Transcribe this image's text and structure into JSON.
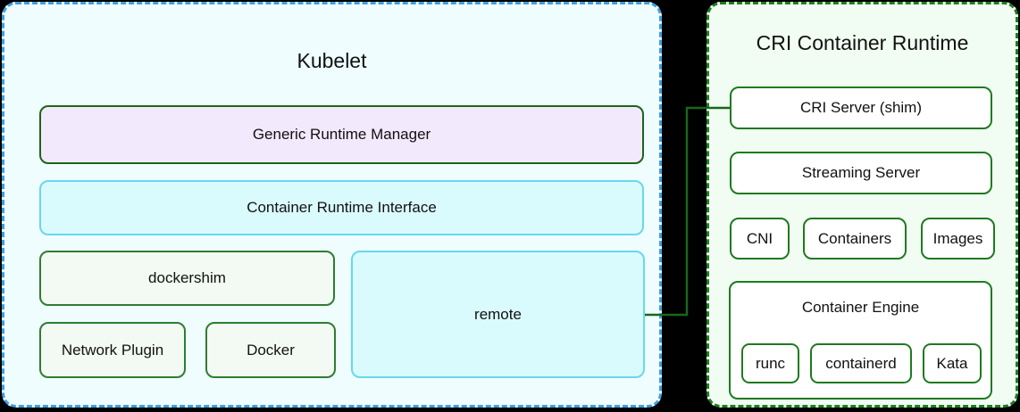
{
  "kubelet": {
    "title": "Kubelet",
    "boxes": {
      "generic_runtime_manager": "Generic Runtime Manager",
      "container_runtime_interface": "Container Runtime Interface",
      "dockershim": "dockershim",
      "remote": "remote",
      "network_plugin": "Network Plugin",
      "docker": "Docker"
    }
  },
  "cri_runtime": {
    "title": "CRI Container Runtime",
    "boxes": {
      "cri_server": "CRI Server (shim)",
      "streaming_server": "Streaming Server",
      "cni": "CNI",
      "containers": "Containers",
      "images": "Images",
      "container_engine": "Container Engine",
      "runc": "runc",
      "containerd": "containerd",
      "kata": "Kata"
    }
  },
  "connector": {
    "from": "remote",
    "to": "CRI Server (shim)"
  },
  "colors": {
    "kubelet_panel_bg": "#f0fdff",
    "kubelet_panel_border": "#3d9fe0",
    "cri_panel_bg": "#f1fdf2",
    "cri_panel_border": "#1e7d1e",
    "cri_node_border": "#1f7a1f",
    "green_border": "#2e7d32",
    "dark_green": "#1a661a",
    "cyan_border": "#67d8ec",
    "cyan_fill": "#dafbfe",
    "lavender_fill": "#f3e9fd",
    "light_green_fill": "#f3faf3",
    "white_fill": "#ffffff",
    "connector": "#1a661a",
    "text": "#111111"
  }
}
